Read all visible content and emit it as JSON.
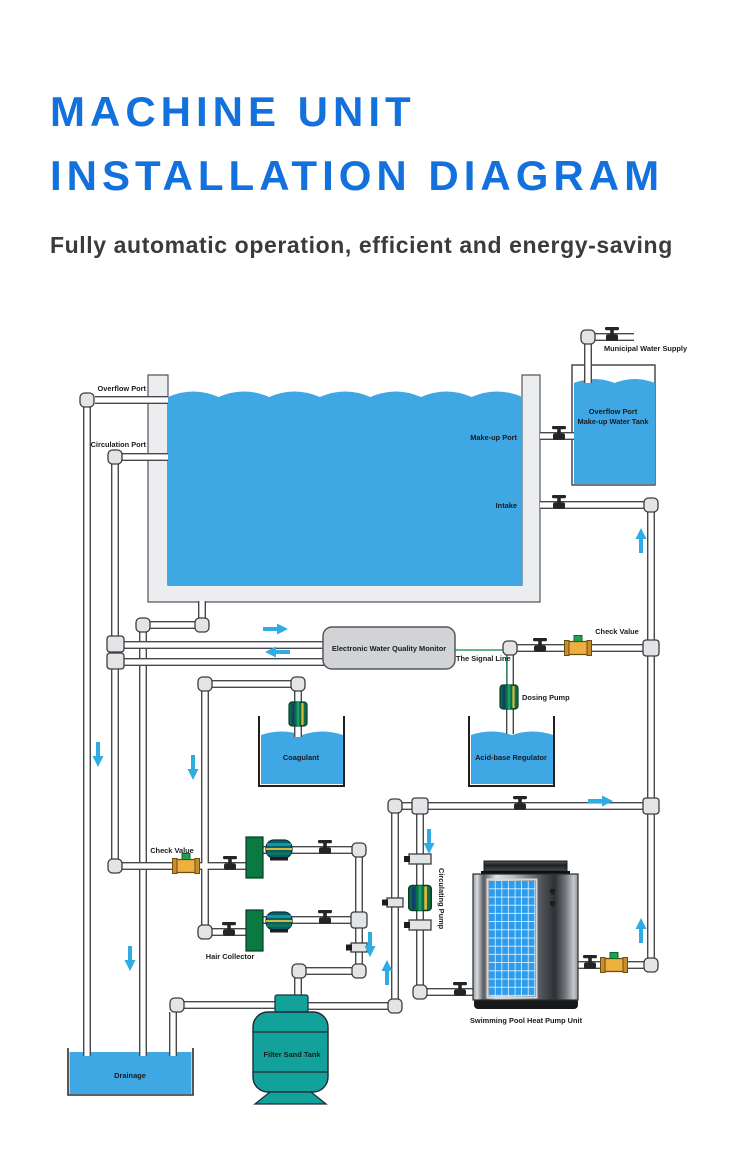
{
  "header": {
    "title_line1": "MACHINE UNIT",
    "title_line2": "INSTALLATION DIAGRAM",
    "subtitle": "Fully automatic operation, efficient and energy-saving"
  },
  "colors": {
    "title_blue": "#1371DE",
    "water_blue": "#3FA7E3",
    "arrow_blue": "#2FACE4",
    "pipe_outline": "#47484B",
    "fitting_gray": "#E3E4E6",
    "monitor_gray": "#D2D3D5",
    "check_valve_gold": "#EDAF3F",
    "check_valve_tab_green": "#1FA14D",
    "device_green": "#0E6B46",
    "collector_green": "#0B7A40",
    "filter_teal": "#12A29B",
    "signal_green": "#2E9E63",
    "grille_blue": "#2D9CEC"
  },
  "diagram": {
    "labels": {
      "overflow_port": "Overflow Port",
      "circulation_port": "Circulation Port",
      "make_up_port": "Make-up Port",
      "intake": "Intake",
      "municipal_water_supply": "Municipal Water Supply",
      "tank_label_line1": "Overflow Port",
      "tank_label_line2": "Make-up Water Tank",
      "monitor": "Electronic Water Quality Monitor",
      "signal_line": "The Signal Line",
      "check_value": "Check Value",
      "dosing_pump": "Dosing Pump",
      "coagulant": "Coagulant",
      "acid_base_regulator": "Acid-base Regulator",
      "hair_collector": "Hair Collector",
      "circulating_pump": "Circulating Pump",
      "heat_pump_unit": "Swimming Pool Heat Pump Unit",
      "filter_sand_tank": "Filter Sand Tank",
      "drainage": "Drainage"
    }
  }
}
